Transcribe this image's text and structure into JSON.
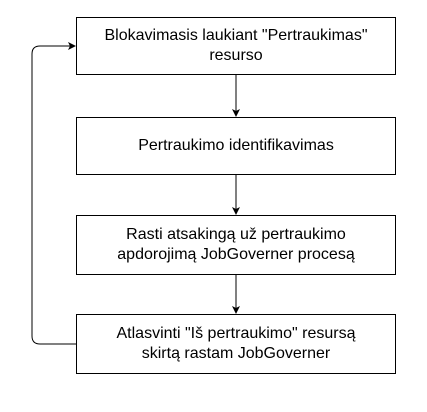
{
  "diagram": {
    "steps": [
      {
        "label": "Blokavimasis laukiant \"Pertraukimas\"\nresurso"
      },
      {
        "label": "Pertraukimo identifikavimas"
      },
      {
        "label": "Rasti atsakingą už pertraukimo\napdorojimą JobGoverner procesą"
      },
      {
        "label": "Atlasvinti \"Iš pertraukimo\" resursą\nskirtą rastam JobGoverner"
      }
    ],
    "colors": {
      "stroke": "#000000",
      "fill": "#ffffff",
      "text": "#000000"
    }
  }
}
